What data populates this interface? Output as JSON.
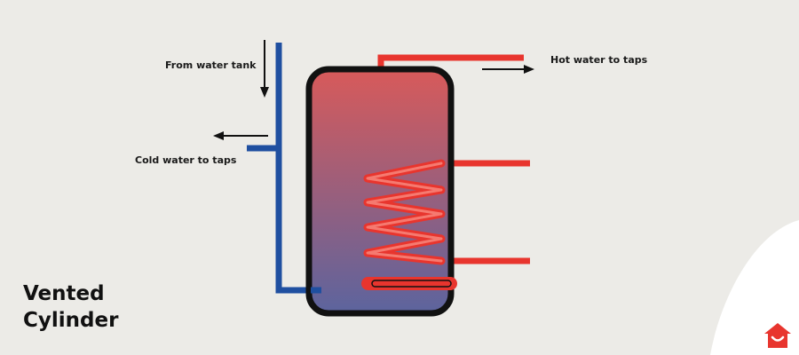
{
  "title": {
    "line1": "Vented",
    "line2": "Cylinder"
  },
  "labels": {
    "from_tank": "From water tank",
    "cold_to_taps": "Cold water to taps",
    "hot_to_taps": "Hot water to taps"
  },
  "colors": {
    "background": "#ecebe7",
    "cold_pipe": "#1f4fa0",
    "hot_pipe": "#e8352e",
    "cylinder_top": "#d85a5a",
    "cylinder_bottom": "#5c649e",
    "outline": "#111111",
    "brand": "#e8352e"
  },
  "icons": {
    "logo": "house-smile-logo"
  }
}
